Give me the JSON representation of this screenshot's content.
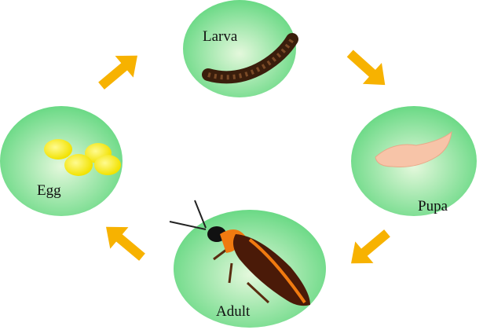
{
  "stages": [
    {
      "id": "larva",
      "label": "Larva"
    },
    {
      "id": "pupa",
      "label": "Pupa"
    },
    {
      "id": "adult",
      "label": "Adult"
    },
    {
      "id": "egg",
      "label": "Egg"
    }
  ],
  "colors": {
    "arrow": "#f7b200",
    "bubble_edge": "#6ad985",
    "bubble_center": "#e4f8dc"
  }
}
